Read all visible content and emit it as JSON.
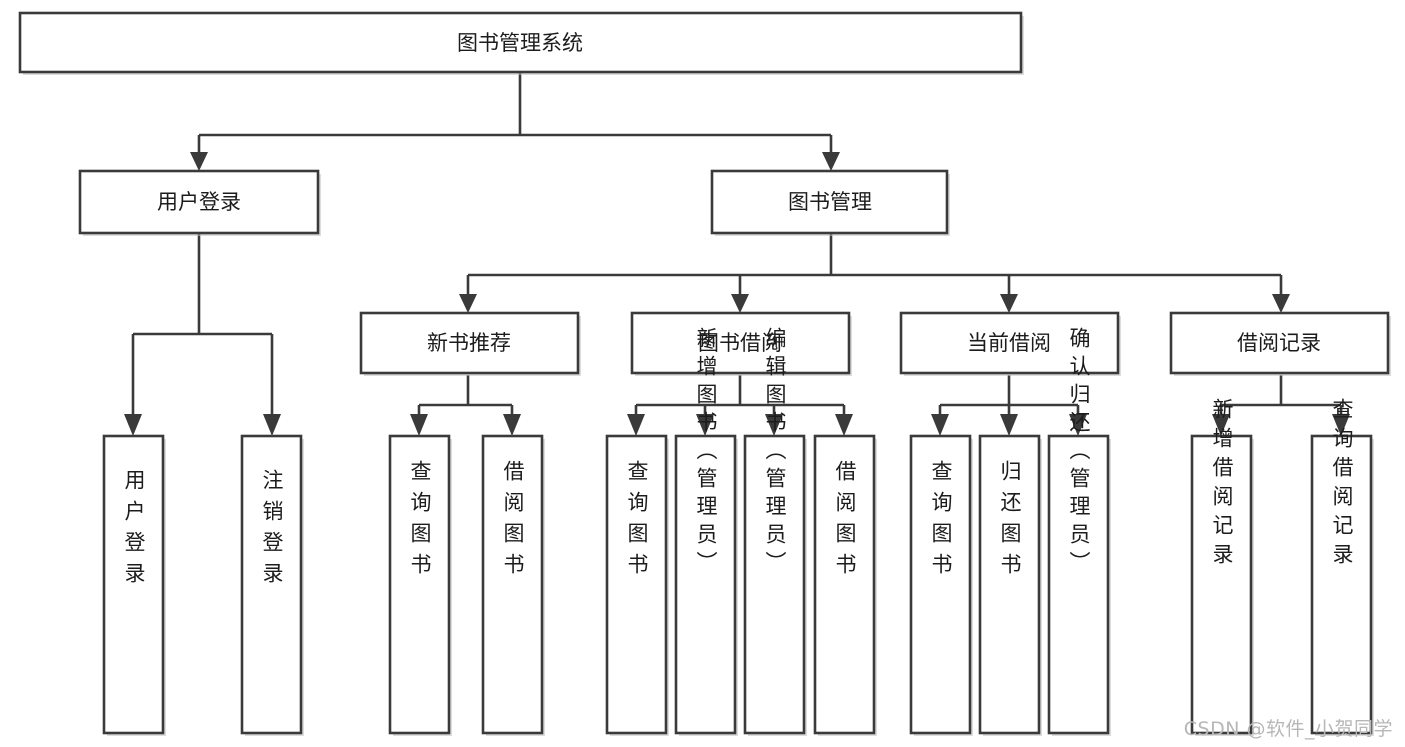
{
  "diagram": {
    "type": "tree-hierarchy",
    "orientation": "top-down",
    "root": {
      "id": "root",
      "label": "图书管理系统"
    },
    "level1": [
      {
        "id": "user-login",
        "label": "用户登录"
      },
      {
        "id": "book-manage",
        "label": "图书管理"
      }
    ],
    "level2": [
      {
        "id": "new-book-rec",
        "label": "新书推荐",
        "parent": "book-manage"
      },
      {
        "id": "book-borrow",
        "label": "图书借阅",
        "parent": "book-manage"
      },
      {
        "id": "current-borrow",
        "label": "当前借阅",
        "parent": "book-manage"
      },
      {
        "id": "borrow-record",
        "label": "借阅记录",
        "parent": "book-manage"
      }
    ],
    "leaves": [
      {
        "id": "leaf-user-login",
        "label": "用户登录",
        "parent": "user-login"
      },
      {
        "id": "leaf-logout-login",
        "label": "注销登录",
        "parent": "user-login"
      },
      {
        "id": "leaf-query-book-1",
        "label": "查询图书",
        "parent": "new-book-rec"
      },
      {
        "id": "leaf-borrow-book-1",
        "label": "借阅图书",
        "parent": "new-book-rec"
      },
      {
        "id": "leaf-query-book-2",
        "label": "查询图书",
        "parent": "book-borrow"
      },
      {
        "id": "leaf-add-book",
        "label": "新增图书（管理员）",
        "parent": "book-borrow"
      },
      {
        "id": "leaf-edit-book",
        "label": "编辑图书（管理员）",
        "parent": "book-borrow"
      },
      {
        "id": "leaf-borrow-book-2",
        "label": "借阅图书",
        "parent": "book-borrow"
      },
      {
        "id": "leaf-query-book-3",
        "label": "查询图书",
        "parent": "current-borrow"
      },
      {
        "id": "leaf-return-book",
        "label": "归还图书",
        "parent": "current-borrow"
      },
      {
        "id": "leaf-confirm-return",
        "label": "确认归还（管理员）",
        "parent": "current-borrow"
      },
      {
        "id": "leaf-add-record",
        "label": "新增借阅记录",
        "parent": "borrow-record"
      },
      {
        "id": "leaf-query-record",
        "label": "查询借阅记录",
        "parent": "borrow-record"
      }
    ],
    "colors": {
      "background": "#ffffff",
      "box_fill": "#ffffff",
      "box_stroke": "#3a3a3a",
      "text": "#1c1c1c",
      "watermark": "#b7b7b7"
    }
  },
  "watermark": {
    "text": "CSDN @软件_小贺同学"
  }
}
